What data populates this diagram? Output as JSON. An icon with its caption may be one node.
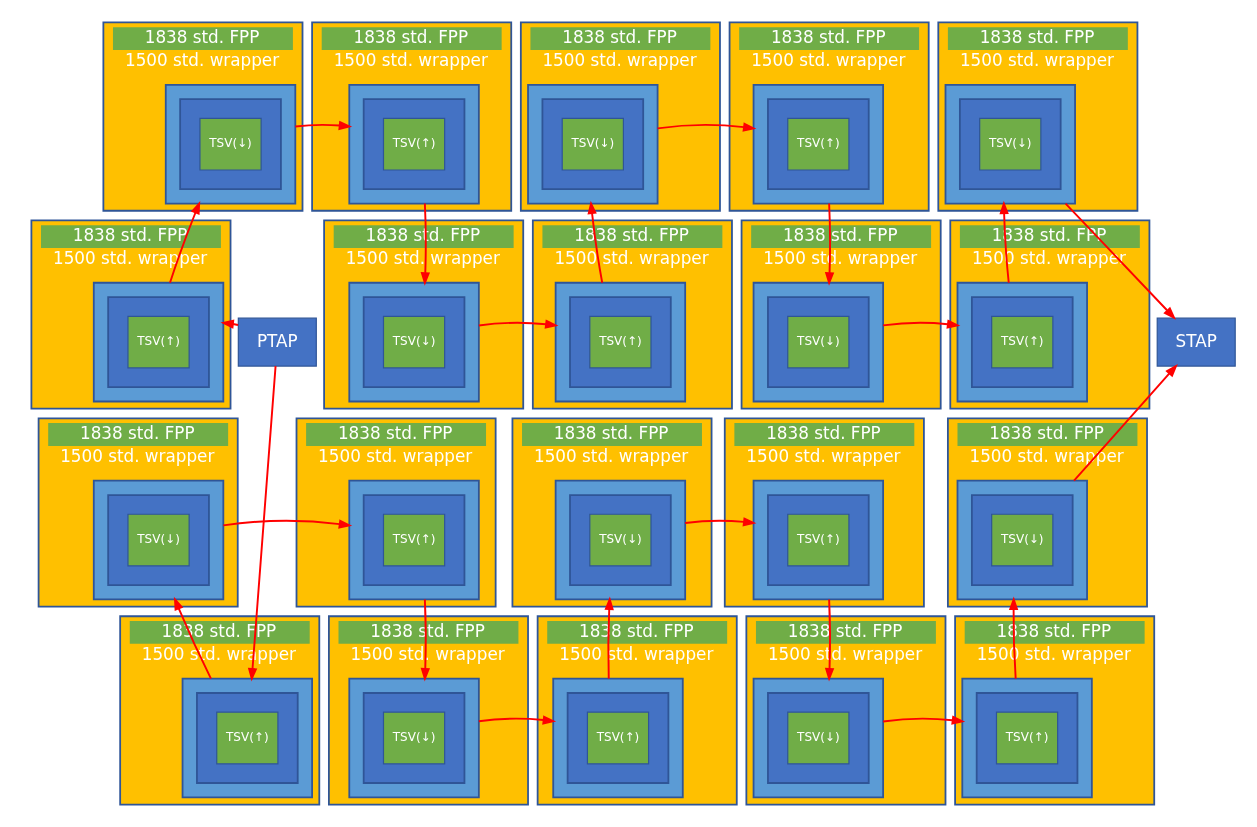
{
  "diagram": {
    "nodes": [
      {
        "text": [
          "1838 std. FPP",
          "1500 std. wrapper"
        ]
      },
      {
        "text": [],
        "shape": "box",
        "in": 0
      },
      {
        "text": [],
        "shape": "box",
        "in": 1
      },
      {
        "text": [
          "TSV(↓)"
        ],
        "in": 2
      },
      {
        "text": [
          "1838 std. FPP",
          "1500 std. wrapper"
        ]
      },
      {
        "text": [],
        "shape": "box",
        "in": 4
      },
      {
        "text": [],
        "shape": "box",
        "in": 5
      },
      {
        "text": [
          "TSV(↑)"
        ],
        "in": 6
      },
      {
        "text": [
          "1838 std. FPP",
          "1500 std. wrapper"
        ]
      },
      {
        "text": [],
        "shape": "box",
        "in": 8
      },
      {
        "text": [],
        "shape": "box",
        "in": 9
      },
      {
        "text": [
          "TSV(↓)"
        ],
        "in": 10
      },
      {
        "text": [
          "1838 std. FPP",
          "1500 std. wrapper"
        ]
      },
      {
        "text": [],
        "shape": "box",
        "in": 12
      },
      {
        "text": [],
        "shape": "box",
        "in": 13
      },
      {
        "text": [
          "TSV(↑)"
        ],
        "in": 14
      },
      {
        "text": [
          "1838 std. FPP",
          "1500 std. wrapper"
        ]
      },
      {
        "text": [],
        "shape": "box",
        "in": 16
      },
      {
        "text": [],
        "shape": "box",
        "in": 17
      },
      {
        "text": [
          "TSV(↓)"
        ],
        "in": 18
      },
      {
        "text": [
          "1838 std. FPP",
          "1500 std. wrapper"
        ]
      },
      {
        "text": [],
        "shape": "box",
        "in": 20
      },
      {
        "text": [],
        "shape": "box",
        "in": 21
      },
      {
        "text": [
          "TSV(↑)"
        ],
        "in": 22
      },
      {
        "text": [
          "1838 std. FPP",
          "1500 std. wrapper"
        ]
      },
      {
        "text": [],
        "shape": "box",
        "in": 24
      },
      {
        "text": [],
        "shape": "box",
        "in": 25
      },
      {
        "text": [
          "TSV(↓)"
        ],
        "in": 26
      },
      {
        "text": [
          "1838 std. FPP",
          "1500 std. wrapper"
        ]
      },
      {
        "text": [],
        "shape": "box",
        "in": 28
      },
      {
        "text": [],
        "shape": "box",
        "in": 29
      },
      {
        "text": [
          "TSV(↑)"
        ],
        "in": 30
      },
      {
        "text": [
          "1838 std. FPP",
          "1500 std. wrapper"
        ]
      },
      {
        "text": [],
        "shape": "box",
        "in": 32
      },
      {
        "text": [],
        "shape": "box",
        "in": 33
      },
      {
        "text": [
          "TSV(↓)"
        ],
        "in": 34
      },
      {
        "text": [
          "1838 std. FPP",
          "1500 std. wrapper"
        ]
      },
      {
        "text": [],
        "shape": "box",
        "in": 36
      },
      {
        "text": [],
        "shape": "box",
        "in": 37
      },
      {
        "text": [
          "TSV(↑)"
        ],
        "in": 38
      },
      {
        "text": [
          "1838 std. FPP",
          "1500 std. wrapper"
        ]
      },
      {
        "text": [],
        "shape": "box",
        "in": 40
      },
      {
        "text": [],
        "shape": "box",
        "in": 41
      },
      {
        "text": [
          "TSV(↓)"
        ],
        "in": 42
      },
      {
        "text": [
          "1838 std. FPP",
          "1500 std. wrapper"
        ]
      },
      {
        "text": [],
        "shape": "box",
        "in": 44
      },
      {
        "text": [],
        "shape": "box",
        "in": 45
      },
      {
        "text": [
          "TSV(↑)"
        ],
        "in": 46
      },
      {
        "text": [
          "1838 std. FPP",
          "1500 std. wrapper"
        ]
      },
      {
        "text": [],
        "shape": "box",
        "in": 48
      },
      {
        "text": [],
        "shape": "box",
        "in": 49
      },
      {
        "text": [
          "TSV(↓)"
        ],
        "in": 50
      },
      {
        "text": [
          "1838 std. FPP",
          "1500 std. wrapper"
        ]
      },
      {
        "text": [],
        "shape": "box",
        "in": 52
      },
      {
        "text": [],
        "shape": "box",
        "in": 53
      },
      {
        "text": [
          "TSV(↑)"
        ],
        "in": 54
      },
      {
        "text": [
          "1838 std. FPP",
          "1500 std. wrapper"
        ]
      },
      {
        "text": [],
        "shape": "box",
        "in": 56
      },
      {
        "text": [],
        "shape": "box",
        "in": 57
      },
      {
        "text": [
          "TSV(↓)"
        ],
        "in": 58
      },
      {
        "text": [
          "1838 std. FPP",
          "1500 std. wrapper"
        ]
      },
      {
        "text": [],
        "shape": "box",
        "in": 60
      },
      {
        "text": [],
        "shape": "box",
        "in": 61
      },
      {
        "text": [
          "TSV(↑)"
        ],
        "in": 62
      },
      {
        "text": [
          "1838 std. FPP",
          "1500 std. wrapper"
        ]
      },
      {
        "text": [],
        "shape": "box",
        "in": 64
      },
      {
        "text": [],
        "shape": "box",
        "in": 65
      },
      {
        "text": [
          "TSV(↓)"
        ],
        "in": 66
      },
      {
        "text": [
          "1838 std. FPP",
          "1500 std. wrapper"
        ]
      },
      {
        "text": [],
        "shape": "box",
        "in": 68
      },
      {
        "text": [],
        "shape": "box",
        "in": 69
      },
      {
        "text": [
          "TSV(↑)"
        ],
        "in": 70
      },
      {
        "text": [
          "1838 std. FPP",
          "1500 std. wrapper"
        ]
      },
      {
        "text": [],
        "shape": "box",
        "in": 72
      },
      {
        "text": [],
        "shape": "box",
        "in": 73
      },
      {
        "text": [
          "TSV(↓)"
        ],
        "in": 74
      },
      {
        "text": [
          "1838 std. FPP",
          "1500 std. wrapper"
        ]
      },
      {
        "text": [],
        "shape": "box",
        "in": 76
      },
      {
        "text": [],
        "shape": "box",
        "in": 77
      },
      {
        "text": [
          "TSV(↑)"
        ],
        "in": 78
      },
      {
        "text": [
          "PTAP"
        ]
      },
      {
        "text": [
          "STAP"
        ]
      }
    ],
    "edges": [
      {
        "from": 80,
        "to": 21,
        "arrow": "to"
      },
      {
        "from": 21,
        "to": 1,
        "arrow": "to"
      },
      {
        "from": 1,
        "to": 5,
        "arrow": "to"
      },
      {
        "from": 5,
        "to": 25,
        "arrow": "to"
      },
      {
        "from": 25,
        "to": 29,
        "arrow": "to"
      },
      {
        "from": 29,
        "to": 9,
        "arrow": "to"
      },
      {
        "from": 9,
        "to": 13,
        "arrow": "to"
      },
      {
        "from": 13,
        "to": 33,
        "arrow": "to"
      },
      {
        "from": 33,
        "to": 37,
        "arrow": "to"
      },
      {
        "from": 37,
        "to": 17,
        "arrow": "to"
      },
      {
        "from": 17,
        "to": 81,
        "arrow": "to"
      },
      {
        "from": 80,
        "to": 61,
        "arrow": "to"
      },
      {
        "from": 61,
        "to": 41,
        "arrow": "to"
      },
      {
        "from": 41,
        "to": 45,
        "arrow": "to"
      },
      {
        "from": 45,
        "to": 65,
        "arrow": "to"
      },
      {
        "from": 65,
        "to": 69,
        "arrow": "to"
      },
      {
        "from": 69,
        "to": 49,
        "arrow": "to"
      },
      {
        "from": 49,
        "to": 53,
        "arrow": "to"
      },
      {
        "from": 53,
        "to": 73,
        "arrow": "to"
      },
      {
        "from": 73,
        "to": 77,
        "arrow": "to"
      },
      {
        "from": 77,
        "to": 57,
        "arrow": "to"
      },
      {
        "from": 57,
        "to": 81,
        "arrow": "to"
      }
    ]
  }
}
